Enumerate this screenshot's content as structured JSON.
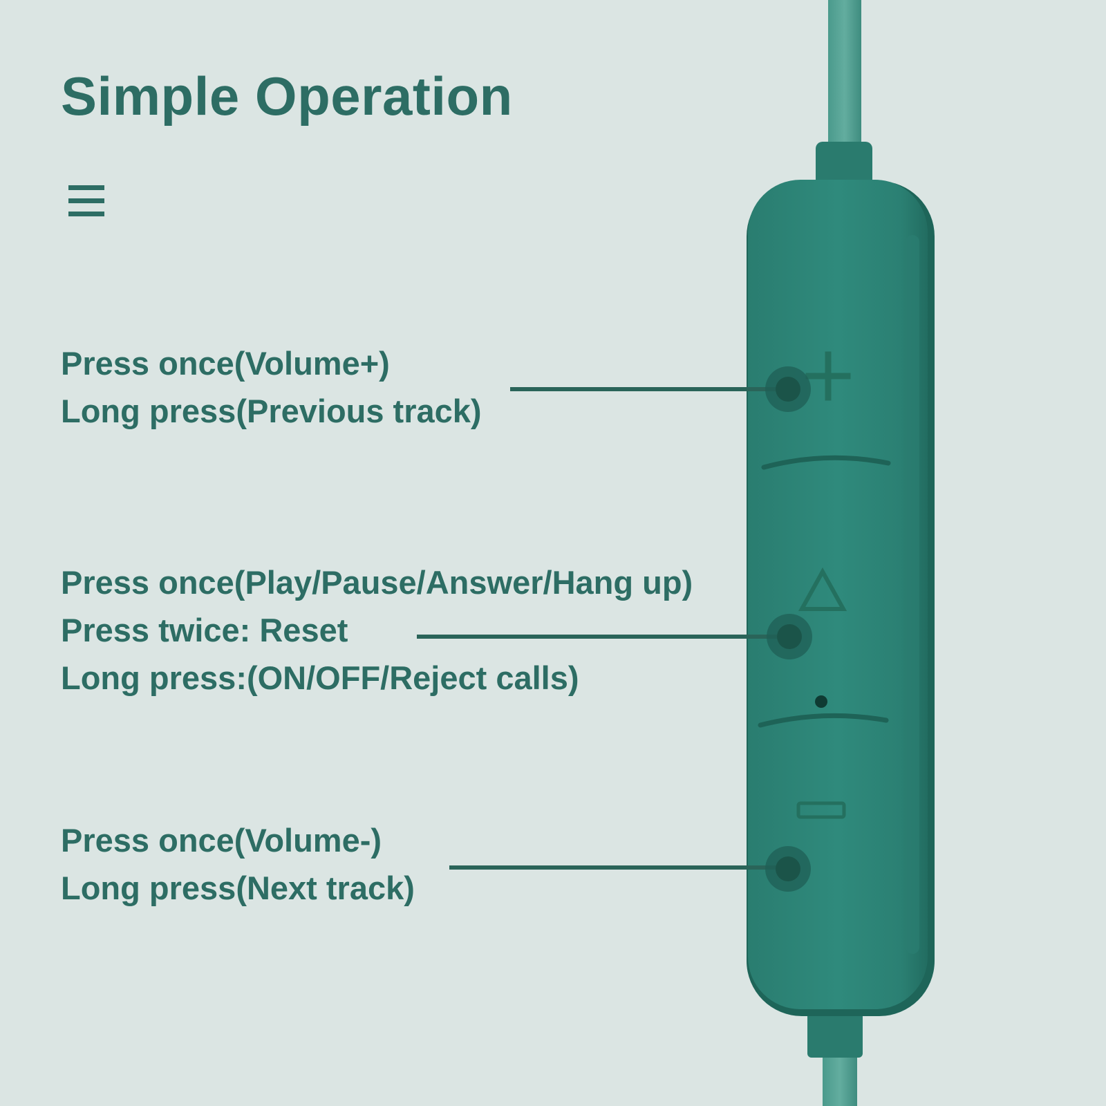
{
  "title": "Simple Operation",
  "icons": {
    "menu": "menu-icon",
    "plus": "plus-icon",
    "play": "triangle-icon",
    "minus": "minus-icon"
  },
  "buttons": [
    {
      "id": "volume-up",
      "lines": [
        "Press once(Volume+)",
        "Long press(Previous track)"
      ]
    },
    {
      "id": "play-pause",
      "lines": [
        "Press once(Play/Pause/Answer/Hang up)",
        "Press twice: Reset",
        "Long press:(ON/OFF/Reject calls)"
      ]
    },
    {
      "id": "volume-down",
      "lines": [
        "Press once(Volume-)",
        "Long press(Next track)"
      ]
    }
  ],
  "colors": {
    "background": "#dbe5e3",
    "text": "#2d6d64",
    "device": "#2f8779",
    "device_dark": "#1f6a5f",
    "pointer": "#2a6459"
  }
}
